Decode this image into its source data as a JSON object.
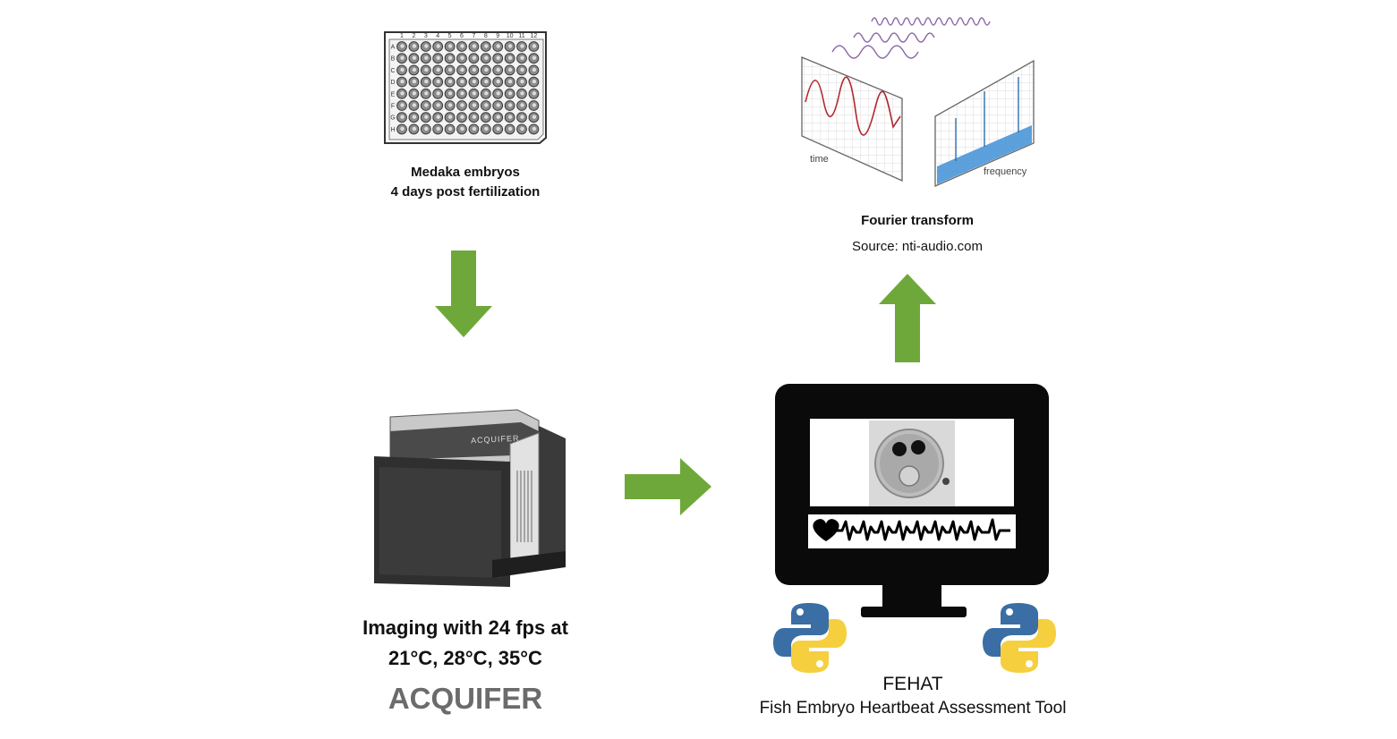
{
  "nodes": {
    "embryos": {
      "line1": "Medaka embryos",
      "line2": "4 days post fertilization",
      "plate_columns": [
        "1",
        "2",
        "3",
        "4",
        "5",
        "6",
        "7",
        "8",
        "9",
        "10",
        "11",
        "12"
      ],
      "plate_rows": [
        "A",
        "B",
        "C",
        "D",
        "E",
        "F",
        "G",
        "H"
      ]
    },
    "fourier": {
      "title": "Fourier transform",
      "source": "Source: nti-audio.com",
      "time_label": "time",
      "frequency_label": "frequency"
    },
    "imaging": {
      "line1": "Imaging with 24 fps at",
      "line2": "21°C, 28°C, 35°C",
      "brand": "ACQUIFER",
      "device_label": "ACQUIFER"
    },
    "fehat": {
      "title": "FEHAT",
      "subtitle": "Fish Embryo Heartbeat Assessment Tool"
    }
  },
  "colors": {
    "arrow": "#6ea83a",
    "monitor": "#0a0a0a",
    "python_blue": "#3a6ea5",
    "python_yellow": "#f5cf3e",
    "wave_red": "#b3282f",
    "wave_purple": "#8a6aa8",
    "spectrum_blue": "#3f8fd6",
    "brand_gray": "#6b6b6b",
    "brand_blue": "#2a74c6"
  }
}
